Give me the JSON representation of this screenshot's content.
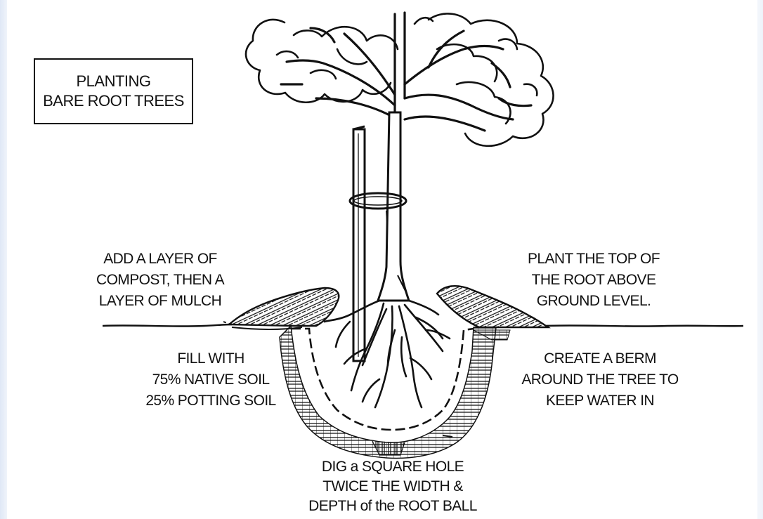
{
  "title": {
    "line1": "PLANTING",
    "line2": "BARE ROOT TREES"
  },
  "labels": {
    "compost": [
      "ADD A LAYER OF",
      "COMPOST, THEN A",
      "LAYER OF MULCH"
    ],
    "root_top": [
      "PLANT THE TOP OF",
      "THE ROOT ABOVE",
      "GROUND LEVEL."
    ],
    "fill": [
      "FILL WITH",
      "75%  NATIVE SOIL",
      "25% POTTING SOIL"
    ],
    "berm": [
      "CREATE A BERM",
      "AROUND THE TREE TO",
      "KEEP WATER IN"
    ],
    "dig": [
      "DIG a SQUARE HOLE",
      "TWICE THE WIDTH &",
      "DEPTH of the ROOT BALL"
    ]
  }
}
